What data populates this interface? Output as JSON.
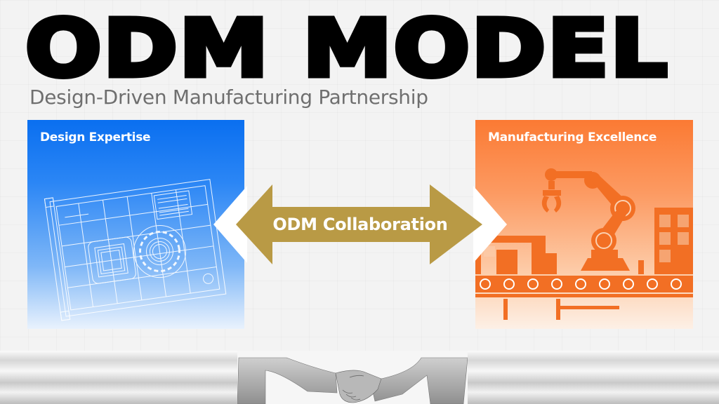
{
  "header": {
    "title": "ODM MODEL",
    "subtitle": "Design-Driven Manufacturing Partnership"
  },
  "panels": {
    "left": {
      "label": "Design Expertise",
      "illustration": "blueprint-drawing",
      "gradient": [
        "#0a6ff0",
        "#e9f2fd"
      ]
    },
    "right": {
      "label": "Manufacturing Excellence",
      "illustration": "robot-arm-factory",
      "gradient": [
        "#fb7a33",
        "#fdf0e6"
      ]
    }
  },
  "connector": {
    "label": "ODM Collaboration",
    "icon": "double-arrow-icon",
    "color": "#b99a45"
  },
  "footer": {
    "image": "handshake-silhouette"
  },
  "colors": {
    "background": "#f3f3f3",
    "title": "#000000",
    "subtitle": "#6f6f6f",
    "blue": "#0a6ff0",
    "orange": "#fb7a33",
    "gold": "#b99a45"
  }
}
